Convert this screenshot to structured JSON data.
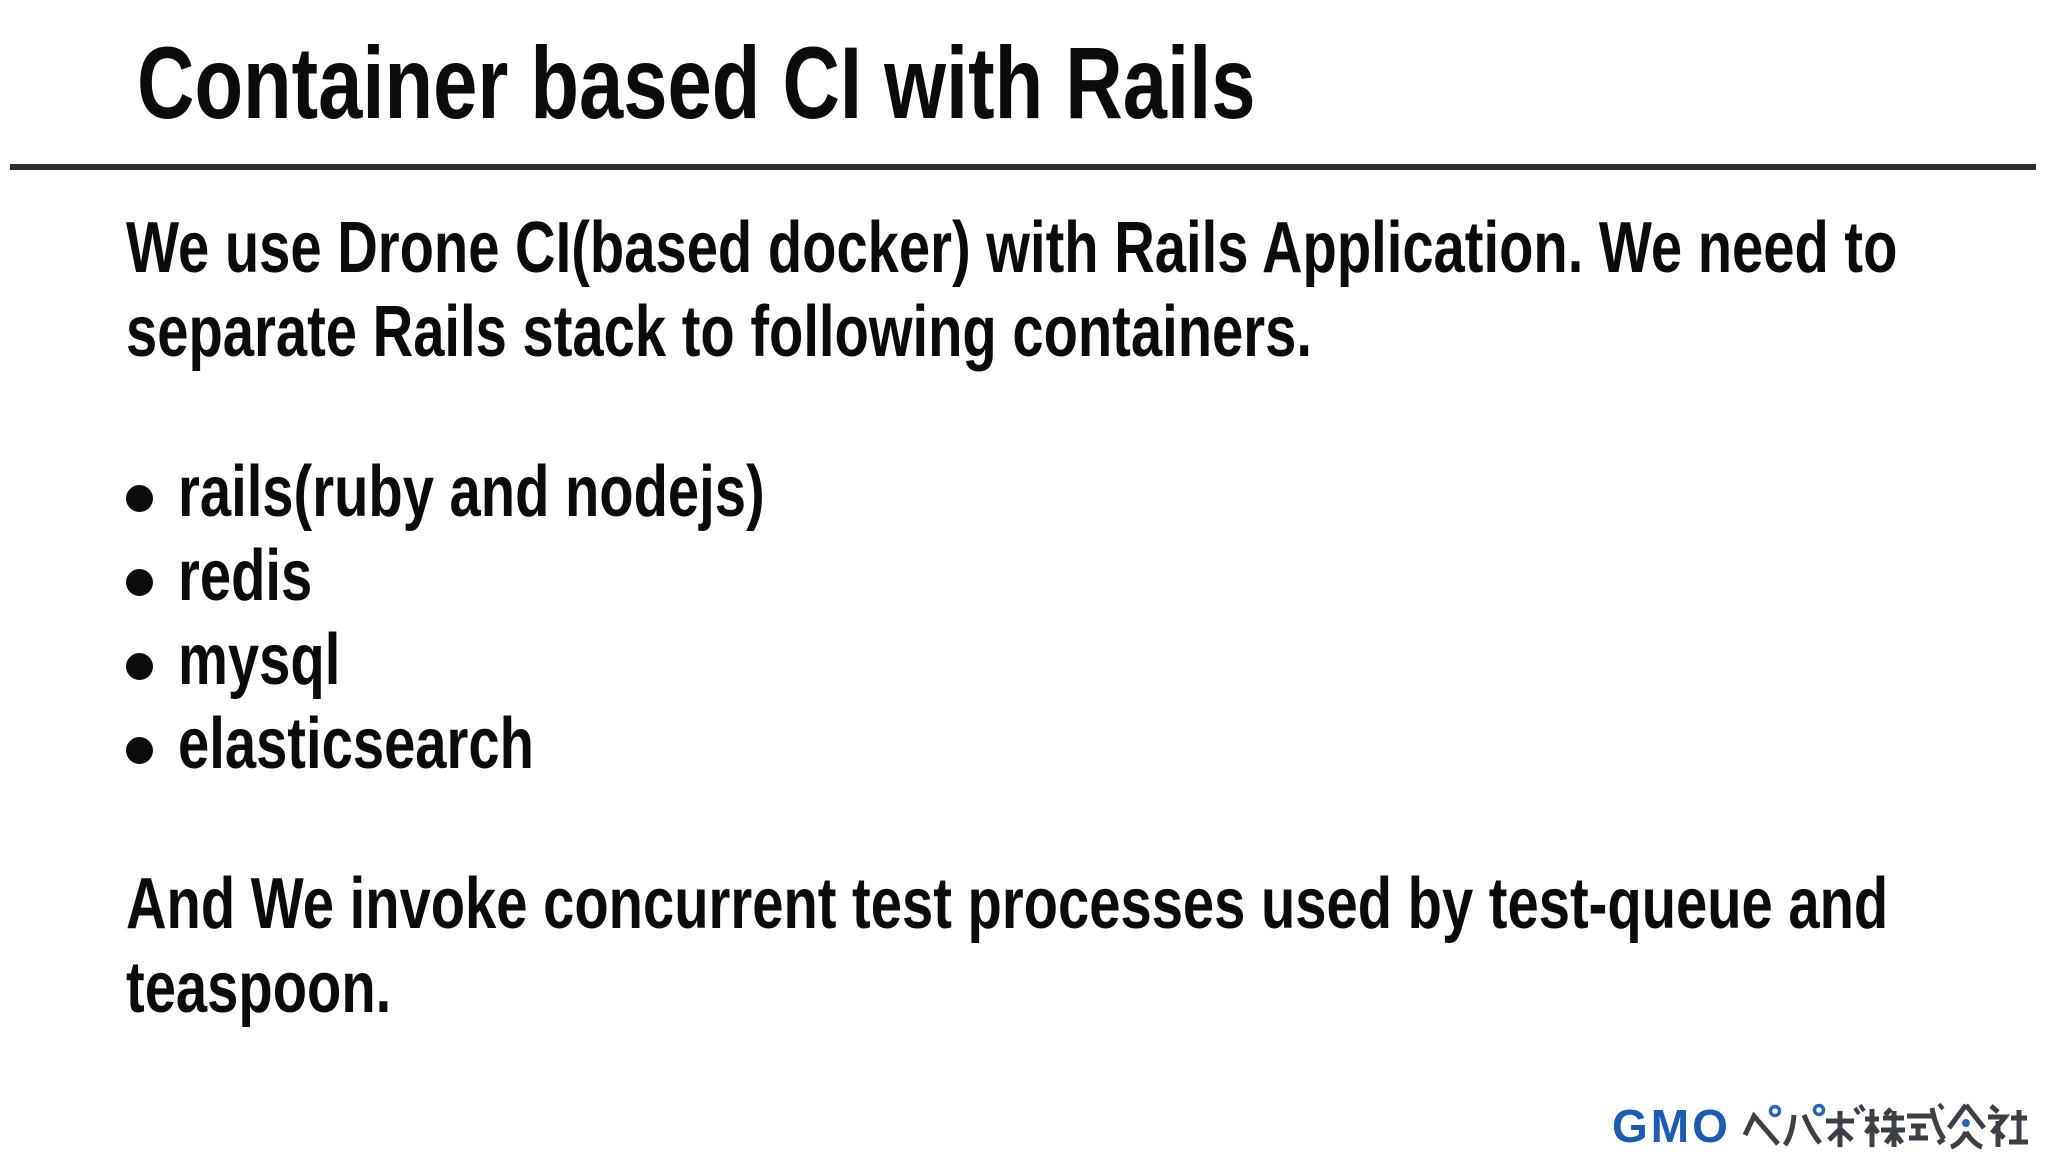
{
  "slide": {
    "title": "Container based CI with Rails",
    "intro": {
      "line1": "We use Drone CI(based docker) with Rails Application. We need to",
      "line2": "separate Rails stack to following containers."
    },
    "bullets": [
      "rails(ruby and nodejs)",
      "redis",
      "mysql",
      "elasticsearch"
    ],
    "outro": {
      "line1": "And We invoke concurrent test processes used by test-queue and",
      "line2": "teaspoon."
    },
    "footer": {
      "logo_gmo": "GMO",
      "logo_company": "ペパボ株式会社",
      "logo_full": "GMOペパボ株式会社"
    },
    "colors": {
      "text": "#0b0b0b",
      "rule": "#2e2e2e",
      "logo_blue": "#1b5cb0",
      "logo_gray": "#3b4046",
      "background": "#ffffff"
    }
  }
}
